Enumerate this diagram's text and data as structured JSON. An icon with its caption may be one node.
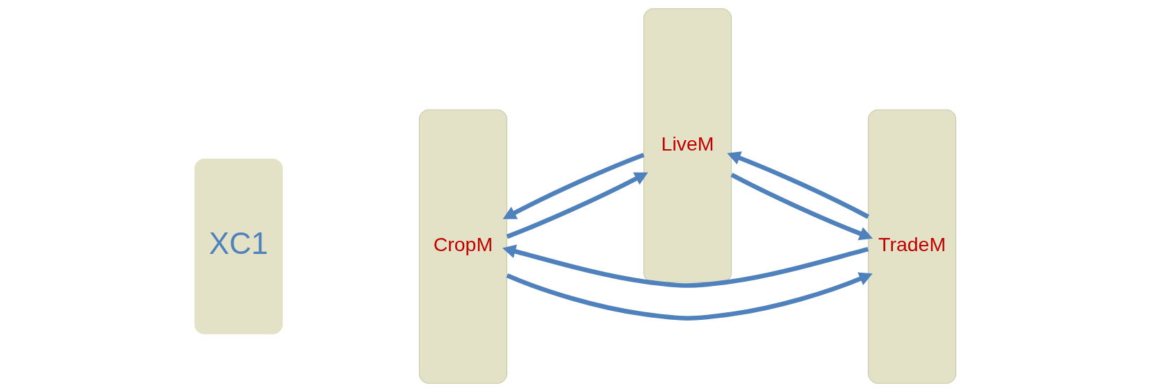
{
  "diagram": {
    "nodes": [
      {
        "text": [
          "XC1"
        ]
      },
      {
        "text": [
          "CropM"
        ]
      },
      {
        "text": [
          "LiveM"
        ]
      },
      {
        "text": [
          "TradeM"
        ]
      }
    ],
    "edges": [
      {
        "from": 3,
        "to": 1,
        "arrow": "to"
      },
      {
        "from": 2,
        "to": 1,
        "arrow": "to"
      },
      {
        "from": 1,
        "to": 2,
        "arrow": "to"
      },
      {
        "from": 3,
        "to": 2,
        "arrow": "to"
      },
      {
        "from": 2,
        "to": 3,
        "arrow": "to"
      },
      {
        "from": 1,
        "to": 3,
        "arrow": "to"
      }
    ]
  }
}
